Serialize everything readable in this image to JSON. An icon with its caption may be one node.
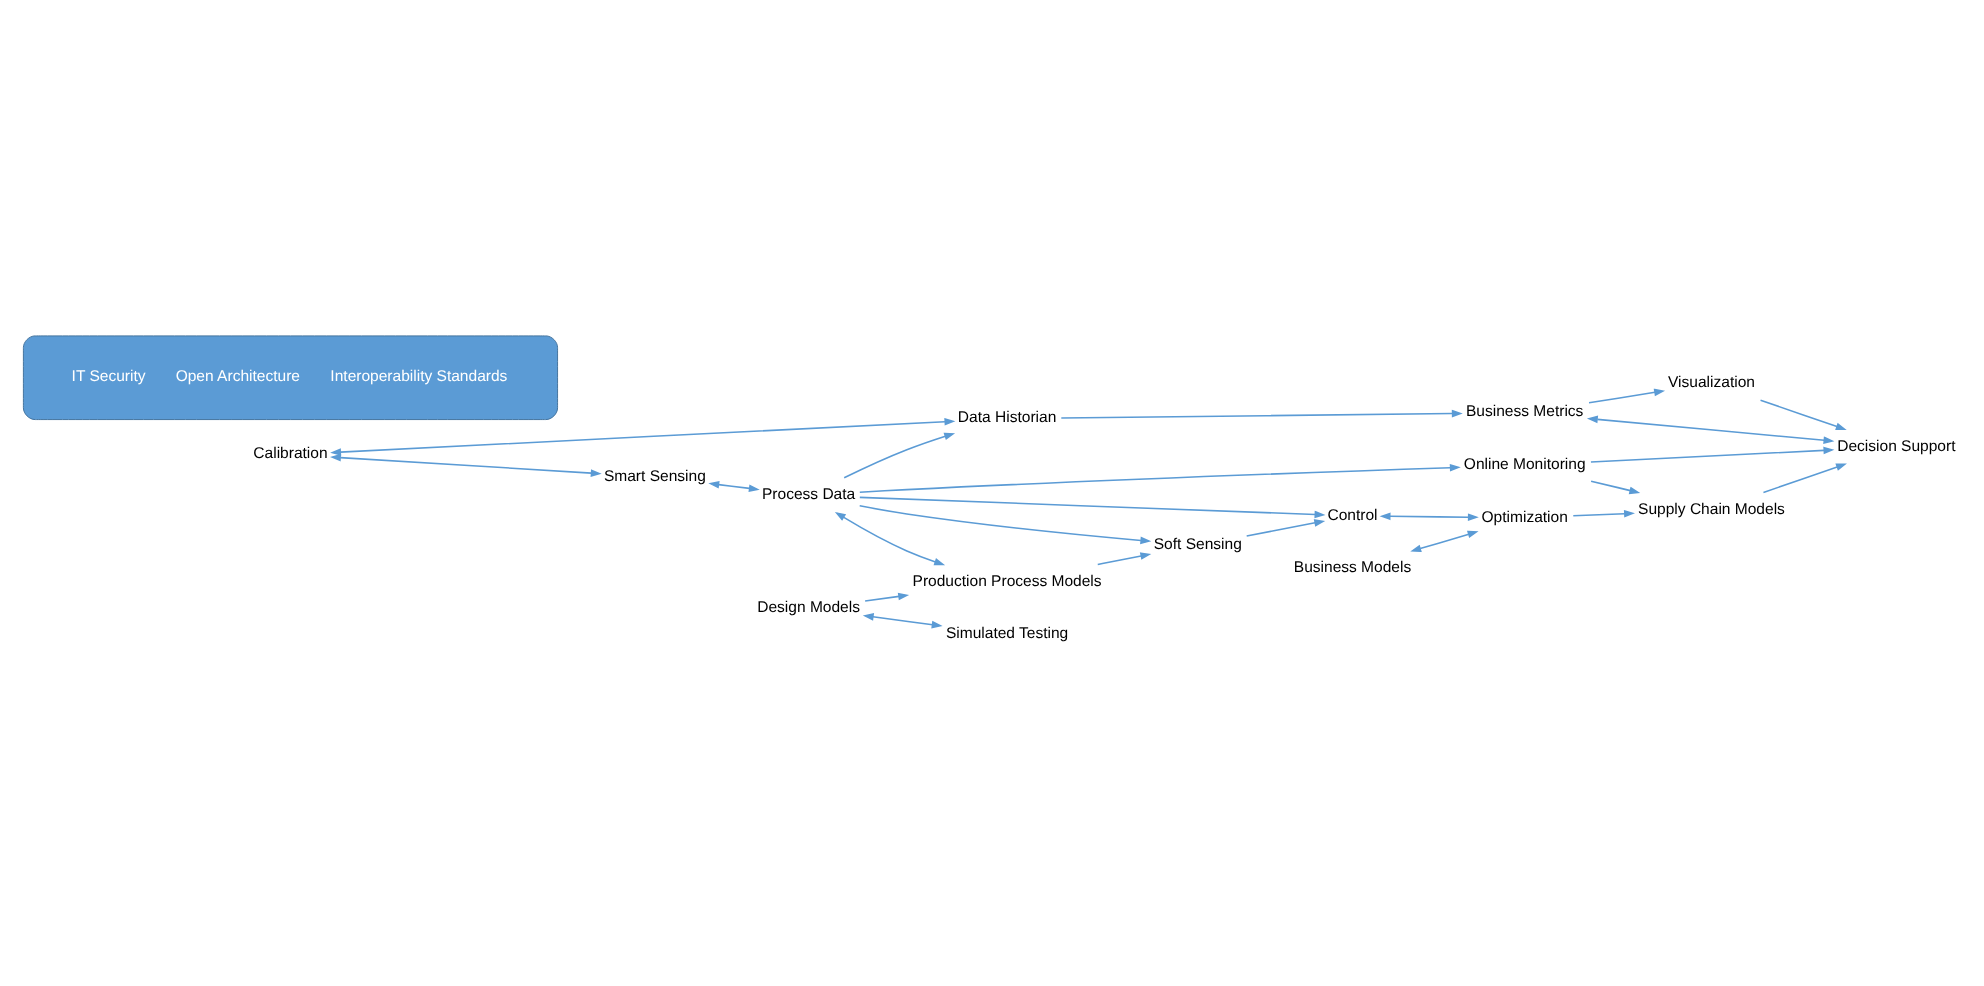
{
  "diagram": {
    "nodes": [
      {
        "text": [
          "Calibration"
        ]
      },
      {
        "text": [
          "Data Historian"
        ]
      },
      {
        "text": [
          "Visualization"
        ]
      },
      {
        "text": [
          "Business Metrics"
        ]
      },
      {
        "text": [
          "Smart Sensing"
        ]
      },
      {
        "text": [
          "Online Monitoring"
        ]
      },
      {
        "text": [
          "Decision Support"
        ]
      },
      {
        "text": [
          "Design Models"
        ]
      },
      {
        "text": [
          "Process Data"
        ]
      },
      {
        "text": [
          "Control"
        ]
      },
      {
        "text": [
          "Supply Chain Models"
        ]
      },
      {
        "text": [
          "Simulated Testing"
        ]
      },
      {
        "text": [
          "Optimization"
        ]
      },
      {
        "text": [
          "Production Process Models"
        ]
      },
      {
        "text": [
          "Soft Sensing"
        ]
      },
      {
        "text": [
          "Business Models"
        ]
      },
      {
        "text": [
          "IT Security",
          "Open Architecture",
          "Interoperability Standards"
        ]
      }
    ],
    "edges": [
      {
        "from": 0,
        "to": 1,
        "arrow": "both"
      },
      {
        "from": 0,
        "to": 4,
        "arrow": "both"
      },
      {
        "from": 1,
        "to": 3,
        "arrow": "to"
      },
      {
        "from": 3,
        "to": 2,
        "arrow": "to"
      },
      {
        "from": 2,
        "to": 6,
        "arrow": "to"
      },
      {
        "from": 3,
        "to": 6,
        "arrow": "both"
      },
      {
        "from": 4,
        "to": 8,
        "arrow": "both"
      },
      {
        "from": 8,
        "to": 1,
        "arrow": "to"
      },
      {
        "from": 8,
        "to": 5,
        "arrow": "to"
      },
      {
        "from": 5,
        "to": 6,
        "arrow": "to"
      },
      {
        "from": 5,
        "to": 10,
        "arrow": "to"
      },
      {
        "from": 10,
        "to": 6,
        "arrow": "to"
      },
      {
        "from": 7,
        "to": 11,
        "arrow": "both"
      },
      {
        "from": 7,
        "to": 13,
        "arrow": "to"
      },
      {
        "from": 8,
        "to": 9,
        "arrow": "to"
      },
      {
        "from": 8,
        "to": 13,
        "arrow": "both"
      },
      {
        "from": 8,
        "to": 14,
        "arrow": "to"
      },
      {
        "from": 13,
        "to": 14,
        "arrow": "to"
      },
      {
        "from": 14,
        "to": 9,
        "arrow": "to"
      },
      {
        "from": 9,
        "to": 12,
        "arrow": "both"
      },
      {
        "from": 12,
        "to": 10,
        "arrow": "to"
      },
      {
        "from": 15,
        "to": 12,
        "arrow": "both"
      }
    ]
  }
}
